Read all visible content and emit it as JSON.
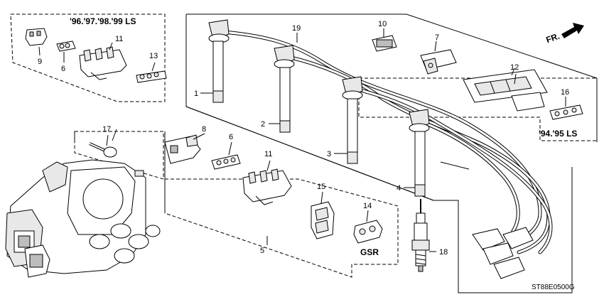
{
  "labels": {
    "ls_96_99": "'96.'97.'98.'99 LS",
    "ls_94_95": "'94.'95 LS",
    "gsr": "GSR",
    "direction": "FR.",
    "code": "ST88E0500G"
  },
  "callouts": {
    "c1": "1",
    "c2": "2",
    "c3": "3",
    "c4": "4",
    "c5": "5",
    "c6a": "6",
    "c6b": "6",
    "c7": "7",
    "c8": "8",
    "c9": "9",
    "c10": "10",
    "c11a": "11",
    "c11b": "11",
    "c12": "12",
    "c13": "13",
    "c14": "14",
    "c15": "15",
    "c16": "16",
    "c17": "17",
    "c18": "18",
    "c19": "19"
  }
}
